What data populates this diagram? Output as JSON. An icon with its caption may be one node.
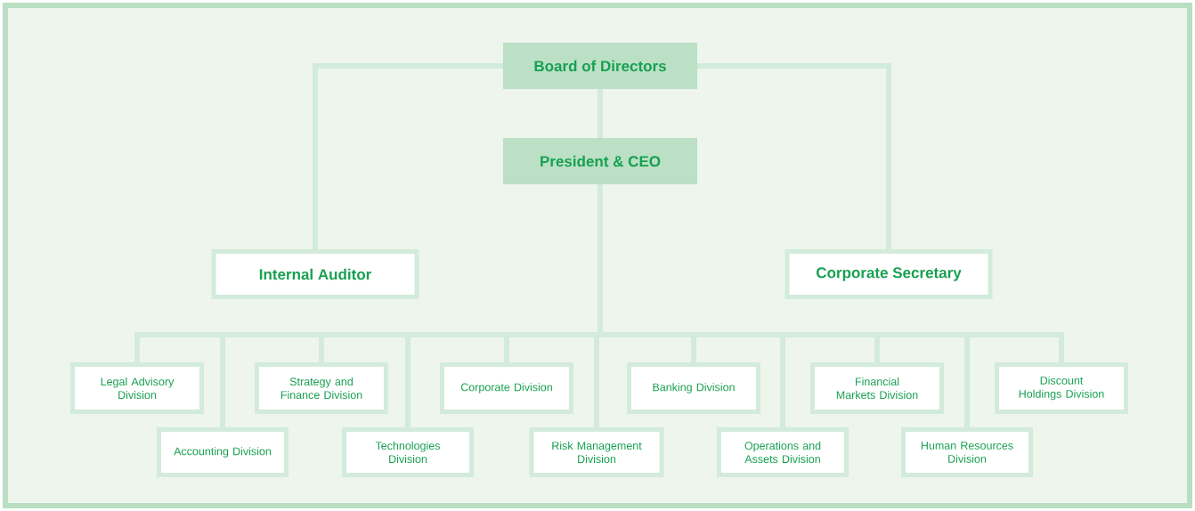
{
  "diagram": {
    "nodes": [
      {
        "text": [
          "Board of Directors"
        ]
      },
      {
        "text": [
          "President & CEO"
        ]
      },
      {
        "text": [
          "Internal Auditor"
        ]
      },
      {
        "text": [
          "Corporate Secretary"
        ]
      },
      {
        "text": [
          "Legal Advisory Division"
        ]
      },
      {
        "text": [
          "Accounting Division"
        ]
      },
      {
        "text": [
          "Strategy and Finance Division"
        ]
      },
      {
        "text": [
          "Technologies Division"
        ]
      },
      {
        "text": [
          "Corporate Division"
        ]
      },
      {
        "text": [
          "Risk Management Division"
        ]
      },
      {
        "text": [
          "Banking Division"
        ]
      },
      {
        "text": [
          "Operations and Assets Division"
        ]
      },
      {
        "text": [
          "Financial Markets Division"
        ]
      },
      {
        "text": [
          "Human Resources Division"
        ]
      },
      {
        "text": [
          "Discount Holdings Division"
        ]
      }
    ],
    "edges": [
      {
        "from": 0,
        "to": 1,
        "arrow": "none"
      },
      {
        "from": 0,
        "to": 2,
        "arrow": "none"
      },
      {
        "from": 0,
        "to": 3,
        "arrow": "none"
      },
      {
        "from": 1,
        "to": 4,
        "arrow": "none"
      },
      {
        "from": 1,
        "to": 5,
        "arrow": "none"
      },
      {
        "from": 1,
        "to": 6,
        "arrow": "none"
      },
      {
        "from": 1,
        "to": 7,
        "arrow": "none"
      },
      {
        "from": 1,
        "to": 8,
        "arrow": "none"
      },
      {
        "from": 1,
        "to": 9,
        "arrow": "none"
      },
      {
        "from": 1,
        "to": 10,
        "arrow": "none"
      },
      {
        "from": 1,
        "to": 11,
        "arrow": "none"
      },
      {
        "from": 1,
        "to": 12,
        "arrow": "none"
      },
      {
        "from": 1,
        "to": 13,
        "arrow": "none"
      },
      {
        "from": 1,
        "to": 14,
        "arrow": "none"
      }
    ]
  }
}
